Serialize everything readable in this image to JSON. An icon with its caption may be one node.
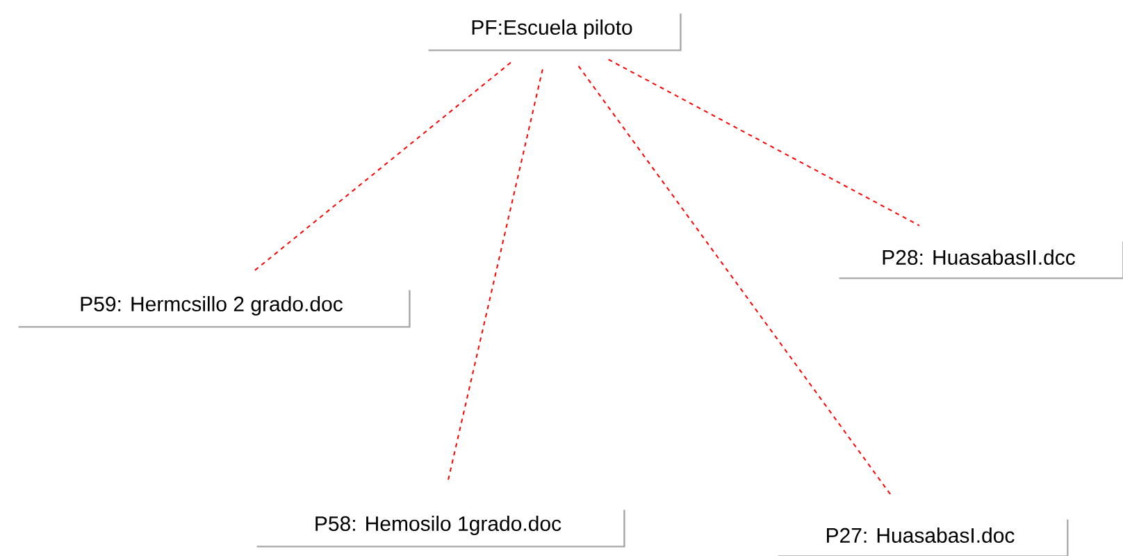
{
  "diagram": {
    "nodes": [
      {
        "text": [
          "PF:Escuela piloto"
        ]
      },
      {
        "text": [
          "P59: Hermcsillo 2 grado.doc"
        ]
      },
      {
        "text": [
          "P28: HuasabasII.dcc"
        ]
      },
      {
        "text": [
          "P58: Hemosilo 1grado.doc"
        ]
      },
      {
        "text": [
          "P27: HuasabasI.doc"
        ]
      }
    ],
    "edges": [
      {
        "from": 0,
        "to": 1,
        "arrow": "none",
        "style": "dashed",
        "color": "#ff0000"
      },
      {
        "from": 0,
        "to": 3,
        "arrow": "none",
        "style": "dashed",
        "color": "#ff0000"
      },
      {
        "from": 0,
        "to": 4,
        "arrow": "none",
        "style": "dashed",
        "color": "#ff0000"
      },
      {
        "from": 0,
        "to": 2,
        "arrow": "none",
        "style": "dashed",
        "color": "#ff0000"
      }
    ]
  }
}
